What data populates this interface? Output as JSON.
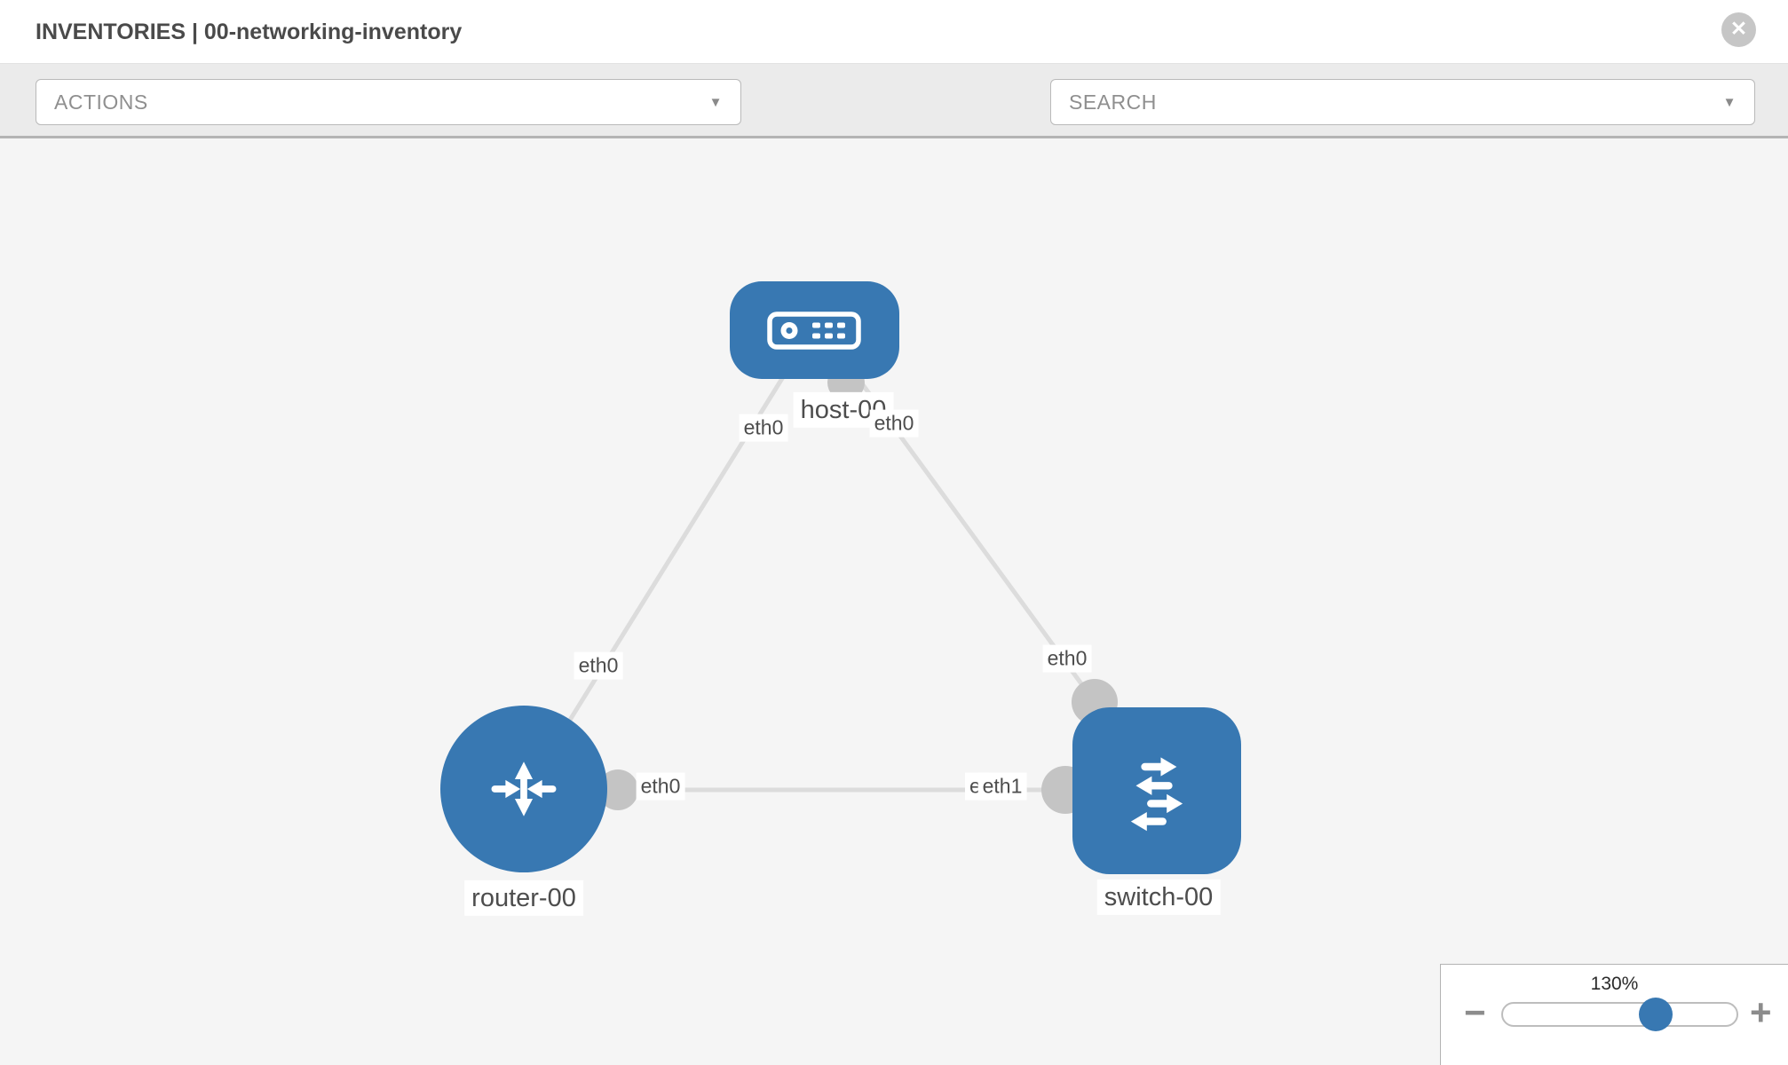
{
  "header": {
    "title": "INVENTORIES | 00-networking-inventory",
    "close_glyph": "✕"
  },
  "toolbar": {
    "actions_label": "ACTIONS",
    "search_label": "SEARCH",
    "caret_glyph": "▼",
    "icon_names": [
      "wrench-icon",
      "key-icon"
    ]
  },
  "topology": {
    "nodes": [
      {
        "id": "host-00",
        "type": "host",
        "label": "host-00"
      },
      {
        "id": "router-00",
        "type": "router",
        "label": "router-00"
      },
      {
        "id": "switch-00",
        "type": "switch",
        "label": "switch-00"
      }
    ],
    "links": [
      {
        "from": "host-00",
        "to": "router-00",
        "from_port": "eth0",
        "to_port": "eth0"
      },
      {
        "from": "host-00",
        "to": "switch-00",
        "from_port": "eth0",
        "to_port": "eth0"
      },
      {
        "from": "router-00",
        "to": "switch-00",
        "from_port": "eth0",
        "to_port": "eth1",
        "to_port_overlap": "eth1"
      }
    ]
  },
  "zoom_control": {
    "level": "130%",
    "minus_glyph": "−",
    "plus_glyph": "+"
  },
  "colors": {
    "node_blue": "#3878b2",
    "link_gray": "#dcdcdc",
    "dot_gray": "#c4c4c4",
    "toolbar_gray": "#ebebeb",
    "canvas_gray": "#f5f5f5",
    "icon_gray": "#8a8a8a"
  }
}
